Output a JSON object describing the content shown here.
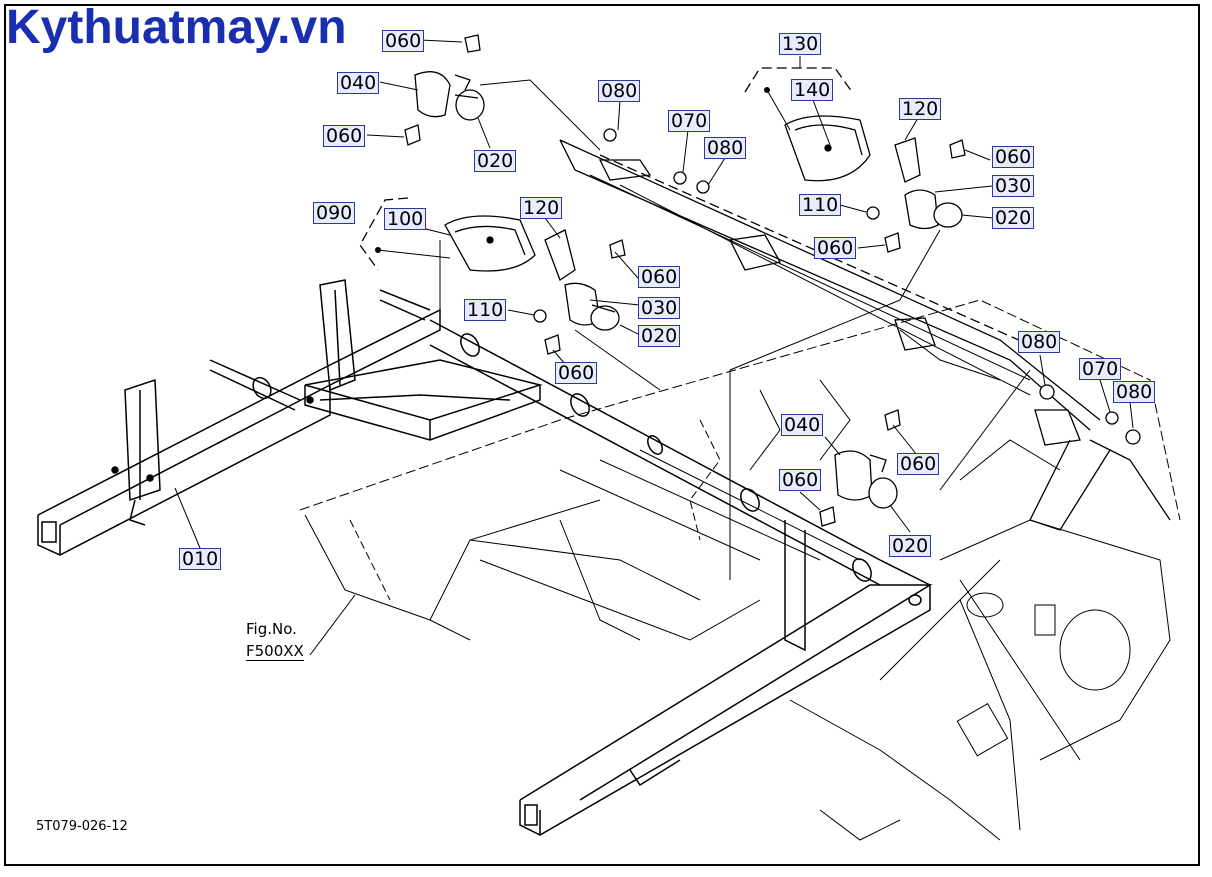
{
  "watermark": "Kythuatmay.vn",
  "labels": {
    "l060_top": "060",
    "l040_a": "040",
    "l060_a": "060",
    "l020_a": "020",
    "l080_a": "080",
    "l070_a": "070",
    "l080_b": "080",
    "l130": "130",
    "l140": "140",
    "l120_a": "120",
    "l060_b": "060",
    "l030_a": "030",
    "l110_a": "110",
    "l020_b": "020",
    "l060_c": "060",
    "l090": "090",
    "l100": "100",
    "l120_b": "120",
    "l060_d": "060",
    "l030_b": "030",
    "l110_b": "110",
    "l020_c": "020",
    "l060_e": "060",
    "l080_c": "080",
    "l070_b": "070",
    "l080_d": "080",
    "l040_b": "040",
    "l060_f": "060",
    "l060_g": "060",
    "l020_d": "020",
    "l010": "010"
  },
  "fig_ref": {
    "line1": "Fig.No.",
    "line2": "F500XX"
  },
  "drawing_code": "5T079-026-12"
}
